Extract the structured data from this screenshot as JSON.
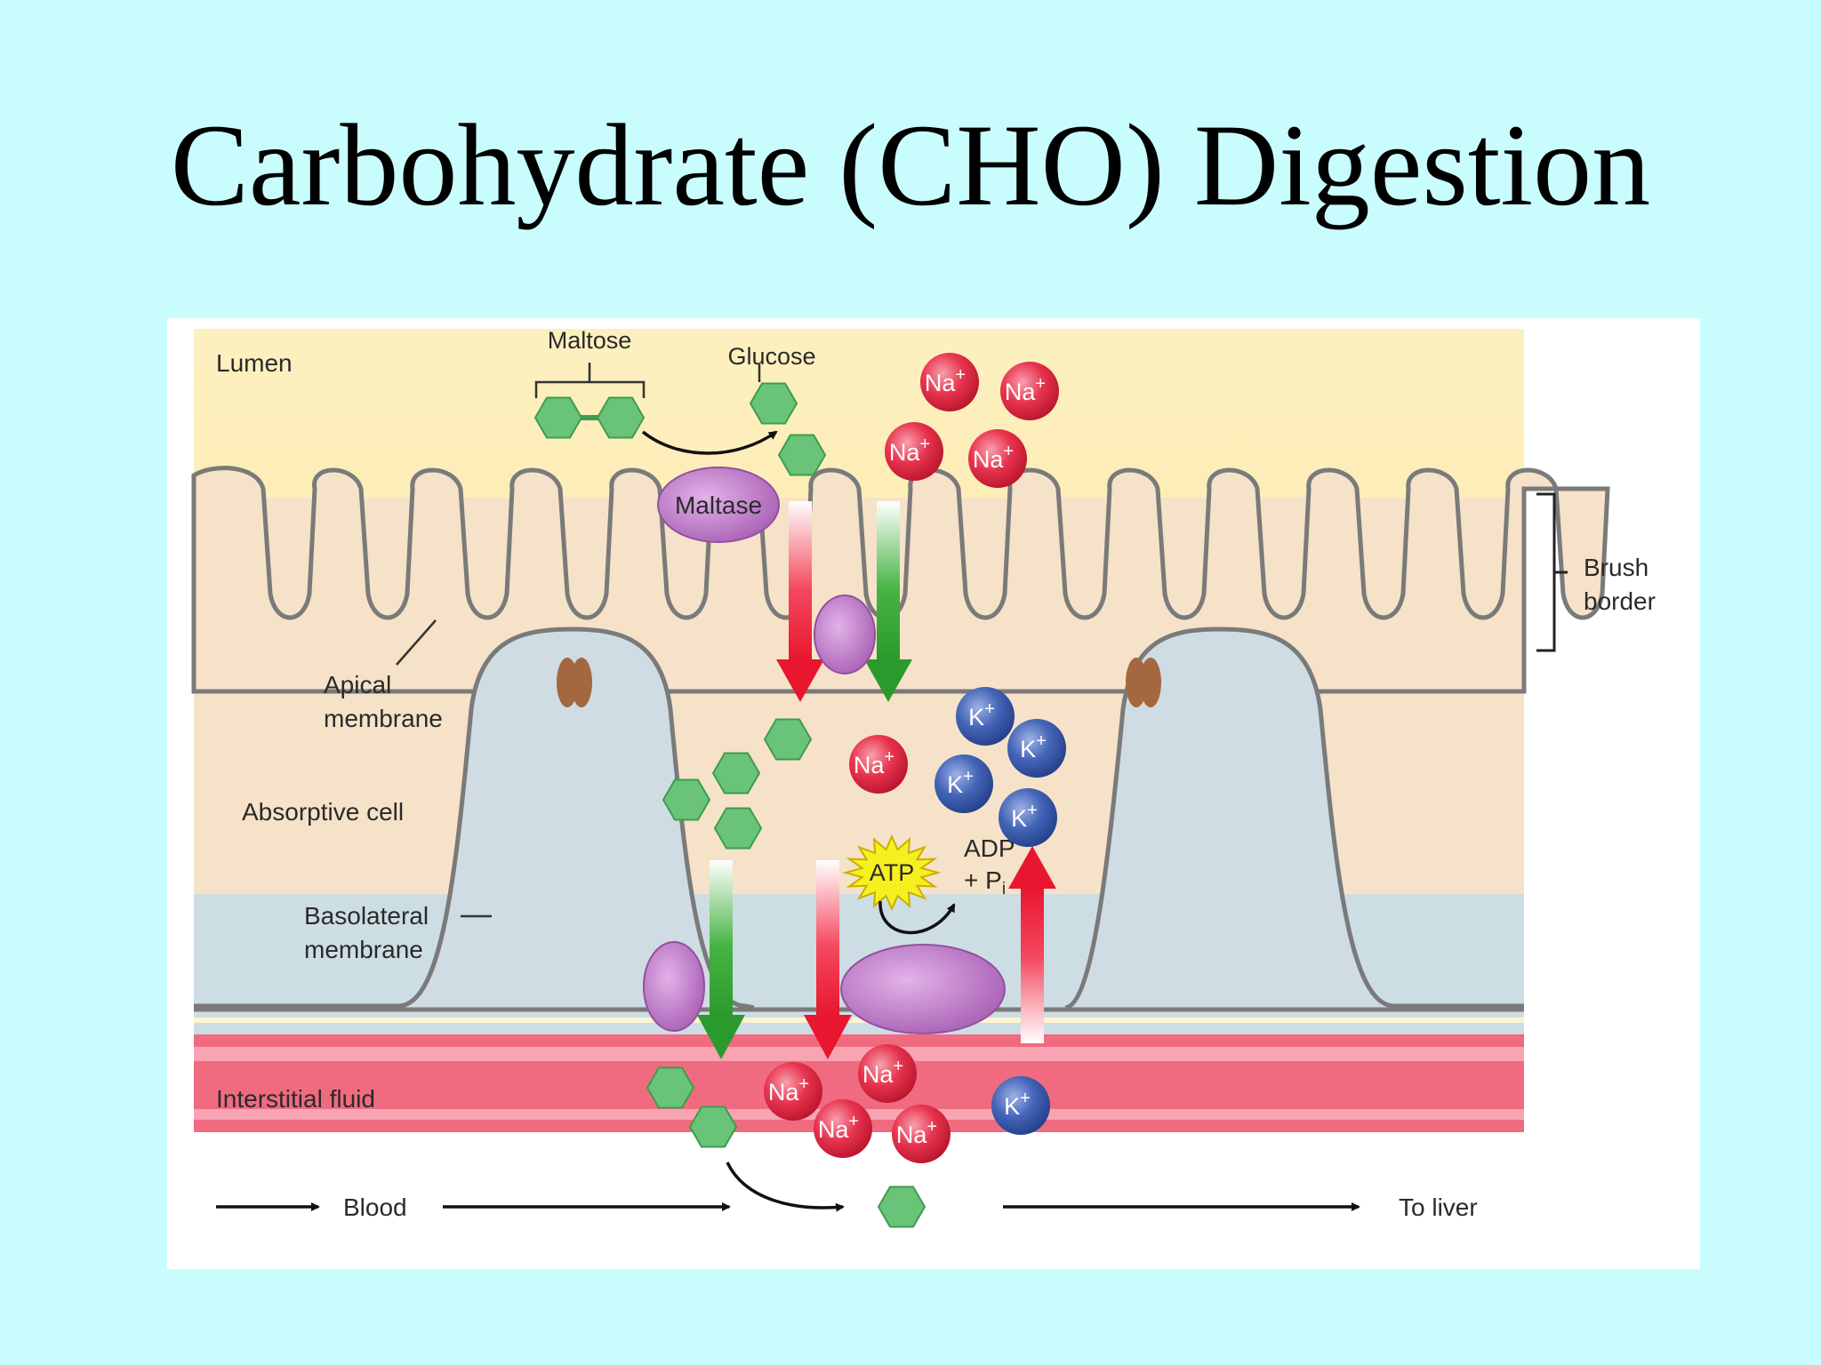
{
  "slide": {
    "title": "Carbohydrate (CHO) Digestion"
  },
  "labels": {
    "lumen": "Lumen",
    "maltose": "Maltose",
    "glucose": "Glucose",
    "maltase": "Maltase",
    "brush_border": [
      "Brush",
      "border"
    ],
    "apical_membrane": [
      "Apical",
      "membrane"
    ],
    "absorptive_cell": "Absorptive cell",
    "basolateral_membrane": [
      "Basolateral",
      "membrane"
    ],
    "interstitial_fluid": "Interstitial fluid",
    "blood": "Blood",
    "to_liver": "To liver",
    "atp": "ATP",
    "adp": "ADP",
    "pi": "+ P",
    "pi_sub": "i"
  },
  "ions": {
    "na": "Na",
    "k": "K",
    "charge": "+"
  },
  "colors": {
    "background": "#c9fdfd",
    "lumen": "#fdf0c0",
    "cell": "#f6e2c8",
    "cell_lobe": "#cfdce4",
    "interstitial": "#cddde4",
    "blood": "#f06b80",
    "glucose": "#69c47a",
    "protein": "#c07ac8",
    "sodium": "#e8344e",
    "potassium": "#3f5fb0",
    "atp": "#f7f020"
  }
}
